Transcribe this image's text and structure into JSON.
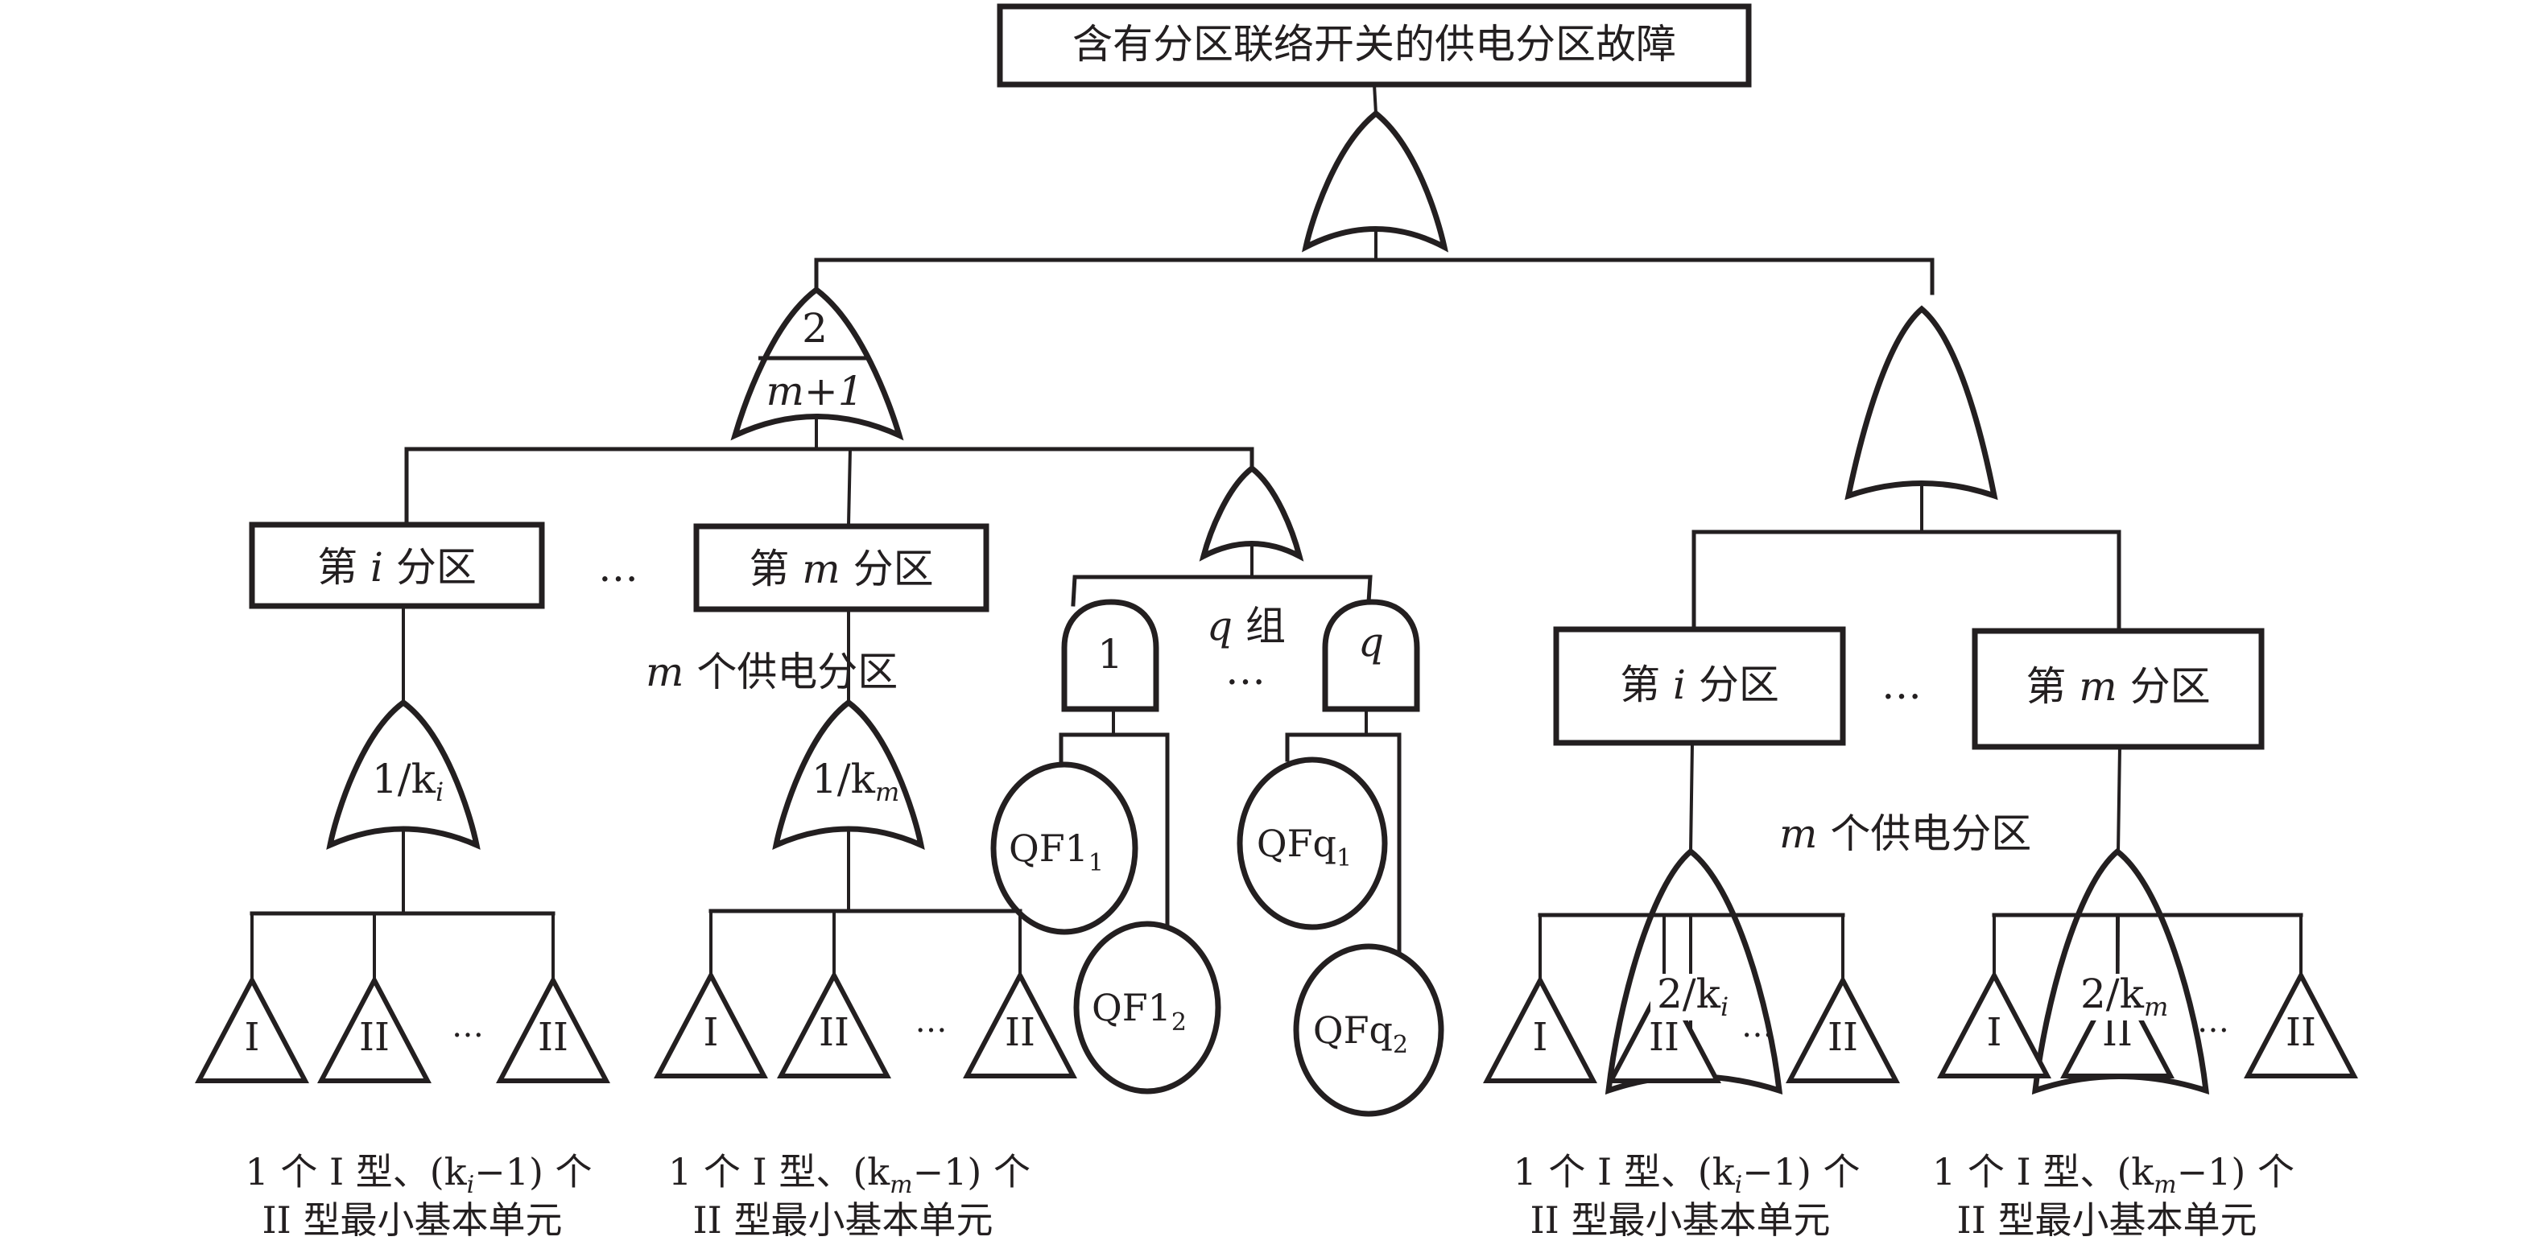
{
  "diagram": {
    "type": "fault-tree",
    "colors": {
      "stroke": "#231f20",
      "background": "#ffffff"
    },
    "top_event": "含有分区联络开关的供电分区故障",
    "left_branch": {
      "gate_numerator": "2",
      "gate_denominator": "m+1",
      "partitions": [
        {
          "label": "第 i 分区",
          "gate_label": "1/k",
          "gate_sub": "i",
          "units": [
            "I",
            "II",
            "II"
          ],
          "caption_line1_pre": "1 个 I 型、(k",
          "caption_sub": "i",
          "caption_line1_post": "−1) 个",
          "caption_line2": "II 型最小基本单元"
        },
        {
          "label": "第 m 分区",
          "gate_label": "1/k",
          "gate_sub": "m",
          "units": [
            "I",
            "II",
            "II"
          ],
          "caption_line1_pre": "1 个 I 型、(k",
          "caption_sub": "m",
          "caption_line1_post": "−1) 个",
          "caption_line2": "II 型最小基本单元"
        }
      ],
      "ellipsis": "…",
      "group_note": "m 个供电分区",
      "switch_groups": {
        "group_label": "q 组",
        "ellipsis": "…",
        "and_gates": [
          {
            "label": "1",
            "switches": [
              {
                "base": "QF1",
                "sub": "1"
              },
              {
                "base": "QF1",
                "sub": "2"
              }
            ]
          },
          {
            "label": "q",
            "switches": [
              {
                "base": "QFq",
                "sub": "1"
              },
              {
                "base": "QFq",
                "sub": "2"
              }
            ]
          }
        ]
      }
    },
    "right_branch": {
      "partitions": [
        {
          "label": "第 i 分区",
          "gate_label": "2/k",
          "gate_sub": "i",
          "units": [
            "I",
            "II",
            "II"
          ],
          "caption_line1_pre": "1 个 I 型、(k",
          "caption_sub": "i",
          "caption_line1_post": "−1) 个",
          "caption_line2": "II 型最小基本单元"
        },
        {
          "label": "第 m 分区",
          "gate_label": "2/k",
          "gate_sub": "m",
          "units": [
            "I",
            "II",
            "II"
          ],
          "caption_line1_pre": "1 个 I 型、(k",
          "caption_sub": "m",
          "caption_line1_post": "−1) 个",
          "caption_line2": "II 型最小基本单元"
        }
      ],
      "ellipsis": "…",
      "group_note": "m 个供电分区"
    },
    "unit_ellipsis": "…"
  }
}
